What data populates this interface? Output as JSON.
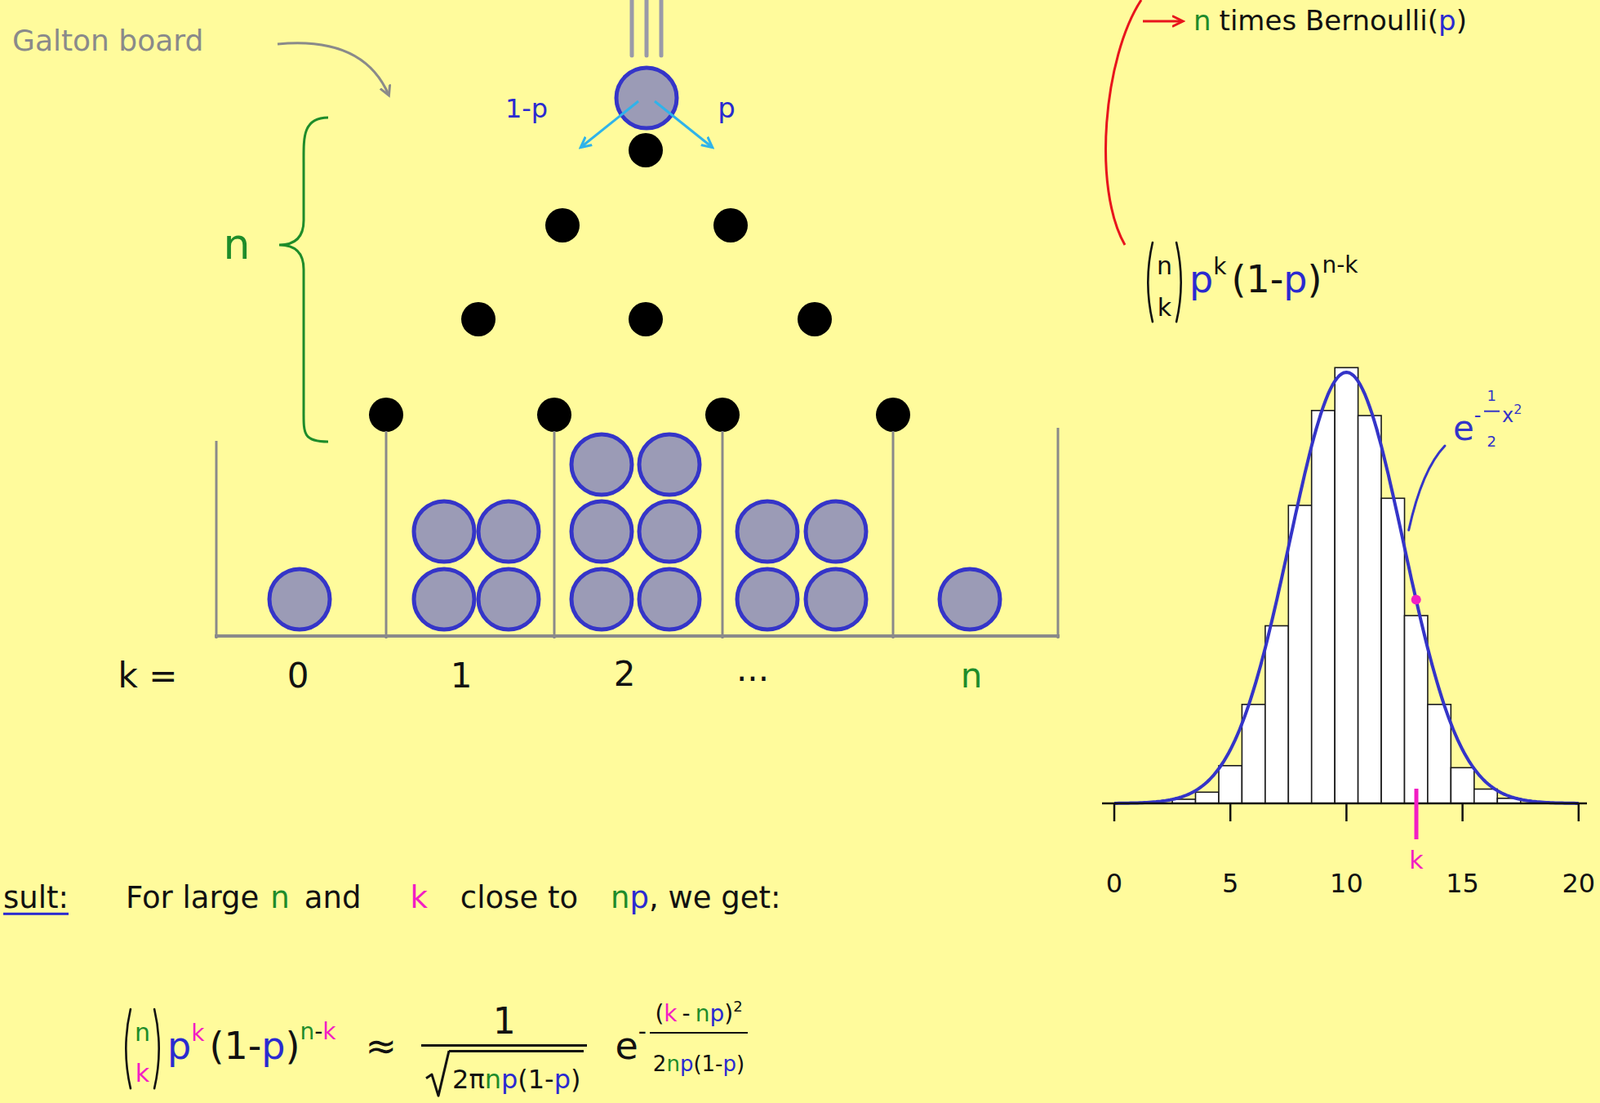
{
  "diagram": {
    "labels": [
      "Galton board",
      "1-p",
      "p",
      "n",
      "k =",
      "0",
      "1",
      "2",
      "...",
      "n",
      "n",
      "times Bernoulli(",
      "p",
      ")",
      "n",
      "k",
      "p",
      "k",
      "(1-",
      "p",
      ")",
      "n-k",
      "e",
      "-",
      "1",
      "2",
      "x",
      "2",
      "0",
      "5",
      "10",
      "15",
      "20",
      "k",
      "sult:",
      "For large",
      "n",
      "and",
      "k",
      "close to",
      "n",
      "p",
      ", we get:",
      "n",
      "k",
      "p",
      "k",
      "(1-",
      "p",
      ")",
      "n",
      "-",
      "k",
      "≈",
      "1",
      "2π",
      "n",
      "p",
      "(1-",
      "p",
      ")",
      "e",
      "-",
      "(",
      "k",
      "-",
      "n",
      "p",
      ")",
      "2",
      "2",
      "n",
      "p",
      "(1-",
      "p",
      ")"
    ]
  }
}
